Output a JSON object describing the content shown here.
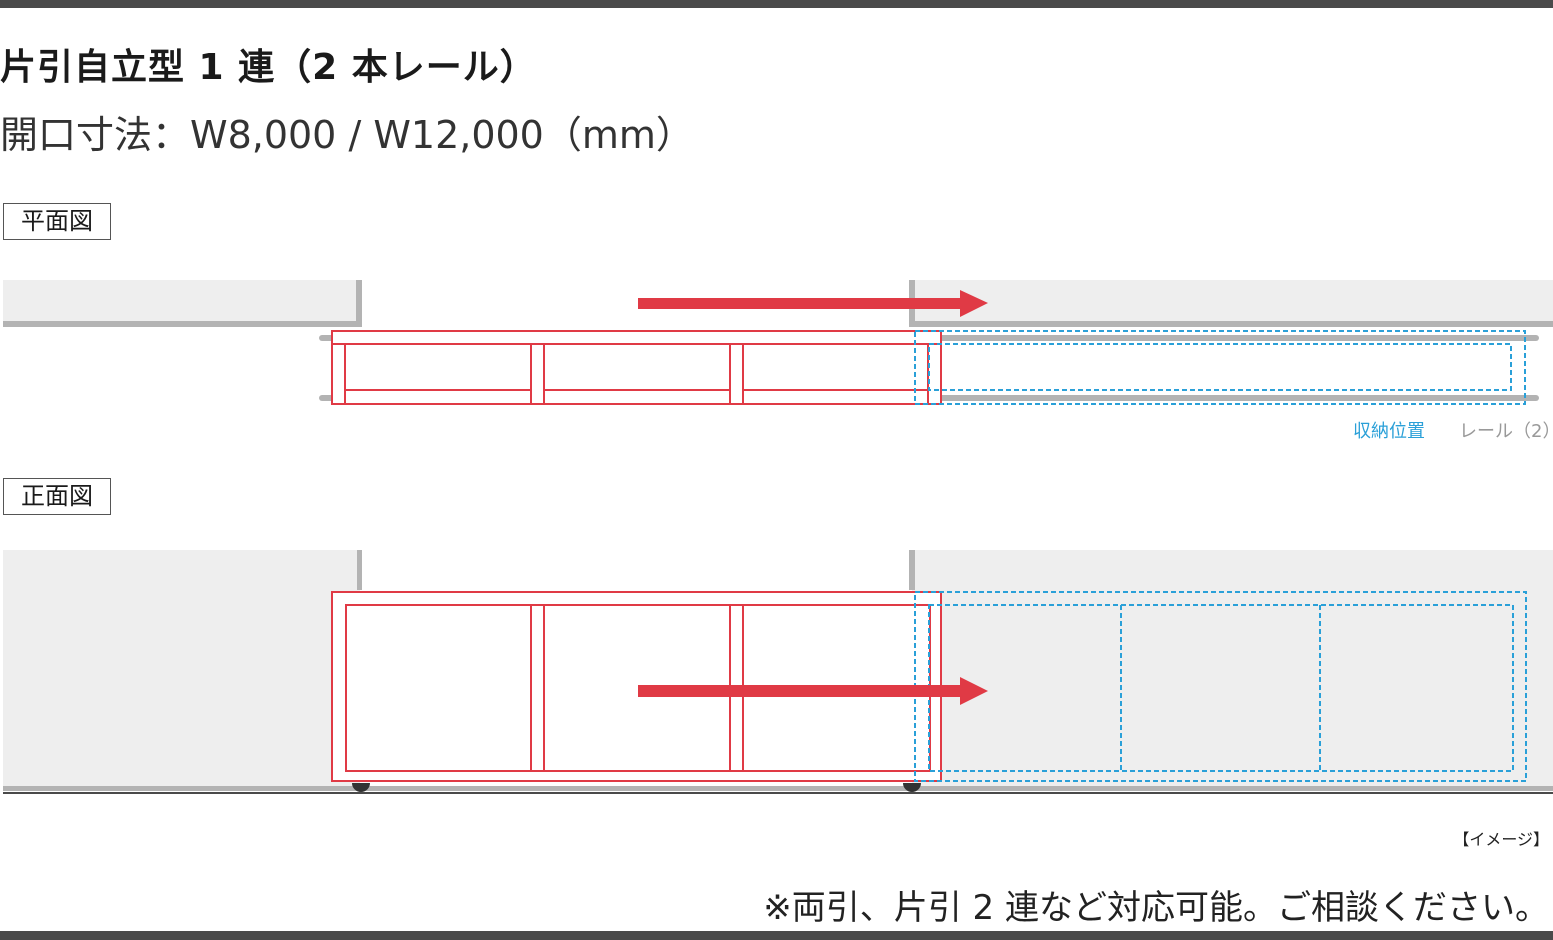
{
  "title": "片引自立型 1 連（2 本レール）",
  "subtitle": "開口寸法：W8,000 / W12,000（mm）",
  "plan_view": {
    "label": "平面図",
    "legend_storage": "収納位置",
    "legend_rail": "レール（2）"
  },
  "front_view": {
    "label": "正面図"
  },
  "image_note": "【イメージ】",
  "footnote": "※両引、片引 2 連など対応可能。ご相談ください。",
  "colors": {
    "gate": "#e03a45",
    "storage": "#2aa0d8",
    "rail": "#b3b3b3",
    "wall": "#eeeeee",
    "arrow": "#e03a45"
  }
}
